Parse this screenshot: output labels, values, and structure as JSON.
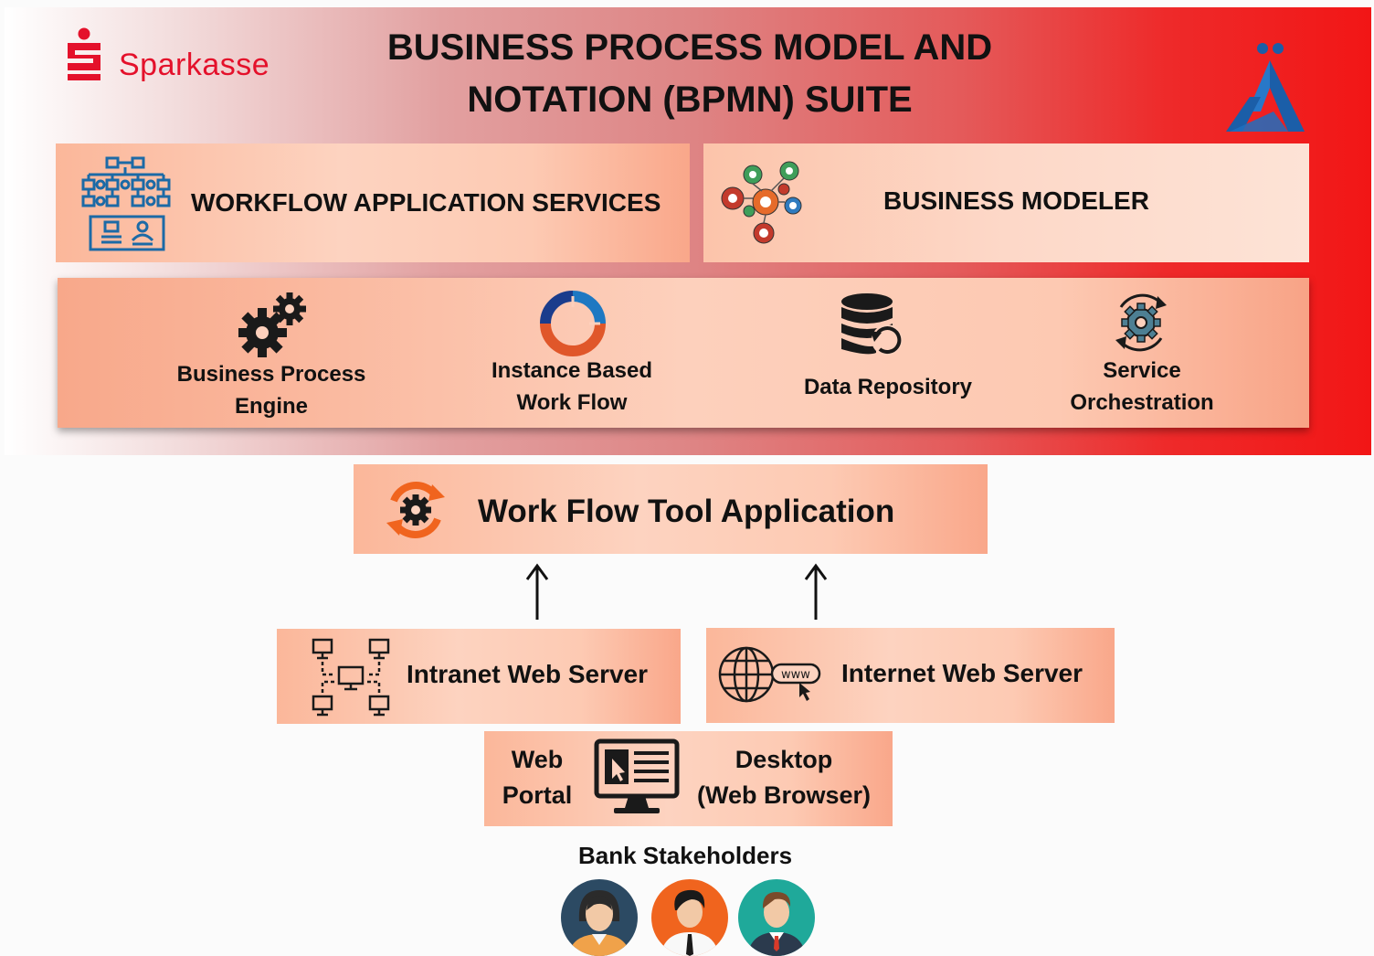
{
  "header": {
    "brand_name": "Sparkasse",
    "title_line1": "BUSINESS PROCESS MODEL AND",
    "title_line2": "NOTATION (BPMN) SUITE"
  },
  "services": {
    "workflow_application_services": "WORKFLOW APPLICATION SERVICES",
    "business_modeler": "BUSINESS MODELER"
  },
  "components": [
    {
      "line1": "Business Process",
      "line2": "Engine",
      "icon": "gears-icon"
    },
    {
      "line1": "Instance Based",
      "line2": "Work Flow",
      "icon": "donut-cycle-icon"
    },
    {
      "line1": "Data Repository",
      "line2": "",
      "icon": "database-sync-icon"
    },
    {
      "line1": "Service",
      "line2": "Orchestration",
      "icon": "gear-cycle-icon"
    }
  ],
  "workflow_tool": {
    "title": "Work Flow Tool  Application",
    "icon": "orange-gear-cycle-icon"
  },
  "servers": {
    "intranet": {
      "title": "Intranet Web Server",
      "icon": "network-icon"
    },
    "internet": {
      "title": "Internet Web Server",
      "icon": "globe-www-icon",
      "badge": "www"
    }
  },
  "portal": {
    "left_line1": "Web",
    "left_line2": "Portal",
    "right_line1": "Desktop",
    "right_line2": "(Web Browser)"
  },
  "stakeholders": {
    "label": "Bank Stakeholders"
  },
  "colors": {
    "sparkasse_red": "#e4112b",
    "peach": "#fdd3c0",
    "icon_blue": "#1c6aa6",
    "accent_orange": "#f0641e"
  }
}
